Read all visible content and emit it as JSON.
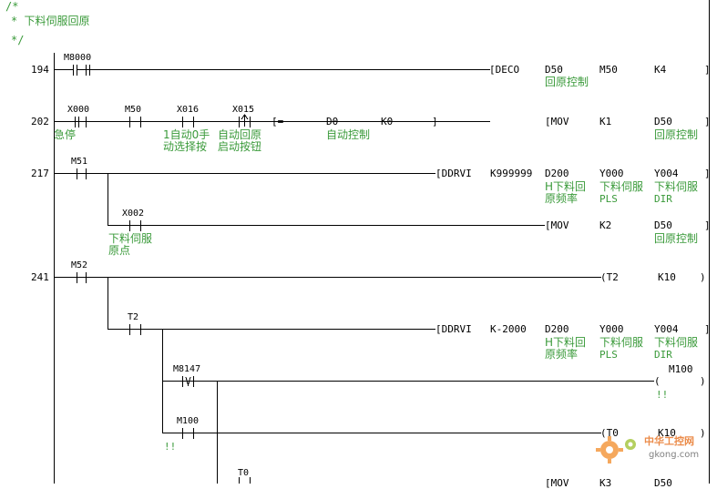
{
  "comment": {
    "open": "/*",
    "text": "*  下料伺服回原",
    "close": "*/"
  },
  "rungs": {
    "r194": {
      "step": "194",
      "contact": "M8000",
      "instr": {
        "op": "[DECO",
        "a1": "D50",
        "a2": "M50",
        "a3": "K4",
        "close": "]"
      },
      "a1_comment": "回原控制"
    },
    "r202": {
      "step": "202",
      "c1": "X000",
      "c1_comment": "急停",
      "c2": "M50",
      "c3": "X016",
      "c3_comment": [
        "1自动0手",
        "动选择按"
      ],
      "c4": "X015",
      "c4_comment": [
        "自动回原",
        "启动按钮"
      ],
      "cmp": {
        "op": "[=",
        "a1": "D0",
        "a2": "K0",
        "close": "]",
        "a1_comment": "自动控制"
      },
      "instr": {
        "op": "[MOV",
        "a1": "K1",
        "a2": "D50",
        "close": "]"
      },
      "a2_comment": "回原控制"
    },
    "r217": {
      "step": "217",
      "contact": "M51",
      "instr": {
        "op": "[DDRVI",
        "a1": "K999999",
        "a2": "D200",
        "a3": "Y000",
        "a4": "Y004",
        "close": "]"
      },
      "a2_comment": [
        "H下料回",
        "原频率"
      ],
      "a3_comment": [
        "下料伺服",
        "PLS"
      ],
      "a4_comment": [
        "下料伺服",
        "DIR"
      ],
      "branch": {
        "contact": "X002",
        "contact_comment": [
          "下料伺服",
          "原点"
        ],
        "instr": {
          "op": "[MOV",
          "a1": "K2",
          "a2": "D50",
          "close": "]"
        },
        "a2_comment": "回原控制"
      }
    },
    "r241": {
      "step": "241",
      "contact": "M52",
      "timer": {
        "op": "(T2",
        "a1": "K10",
        "close": ")"
      },
      "b1": {
        "contact": "T2",
        "instr": {
          "op": "[DDRVI",
          "a1": "K-2000",
          "a2": "D200",
          "a3": "Y000",
          "a4": "Y004",
          "close": "]"
        },
        "a2_comment": [
          "H下料回",
          "原频率"
        ],
        "a3_comment": [
          "下料伺服",
          "PLS"
        ],
        "a4_comment": [
          "下料伺服",
          "DIR"
        ]
      },
      "b2": {
        "contact": "M8147",
        "coil": "M100",
        "coil_open": "(",
        "coil_close": ")",
        "coil_comment": "!!"
      },
      "b3": {
        "contact": "M100",
        "contact_comment": "!!",
        "timer": {
          "op": "(T0",
          "a1": "K10",
          "close": ")"
        }
      },
      "b4": {
        "contact": "T0",
        "instr": {
          "op": "[MOV",
          "a1": "K3",
          "a2": "D50",
          "close": "]"
        }
      }
    }
  },
  "watermark": {
    "cn": "中华工控网",
    "url": "gkong.com"
  },
  "colors": {
    "comment": "#3a9a3a",
    "line": "#000000",
    "background": "#ffffff"
  }
}
